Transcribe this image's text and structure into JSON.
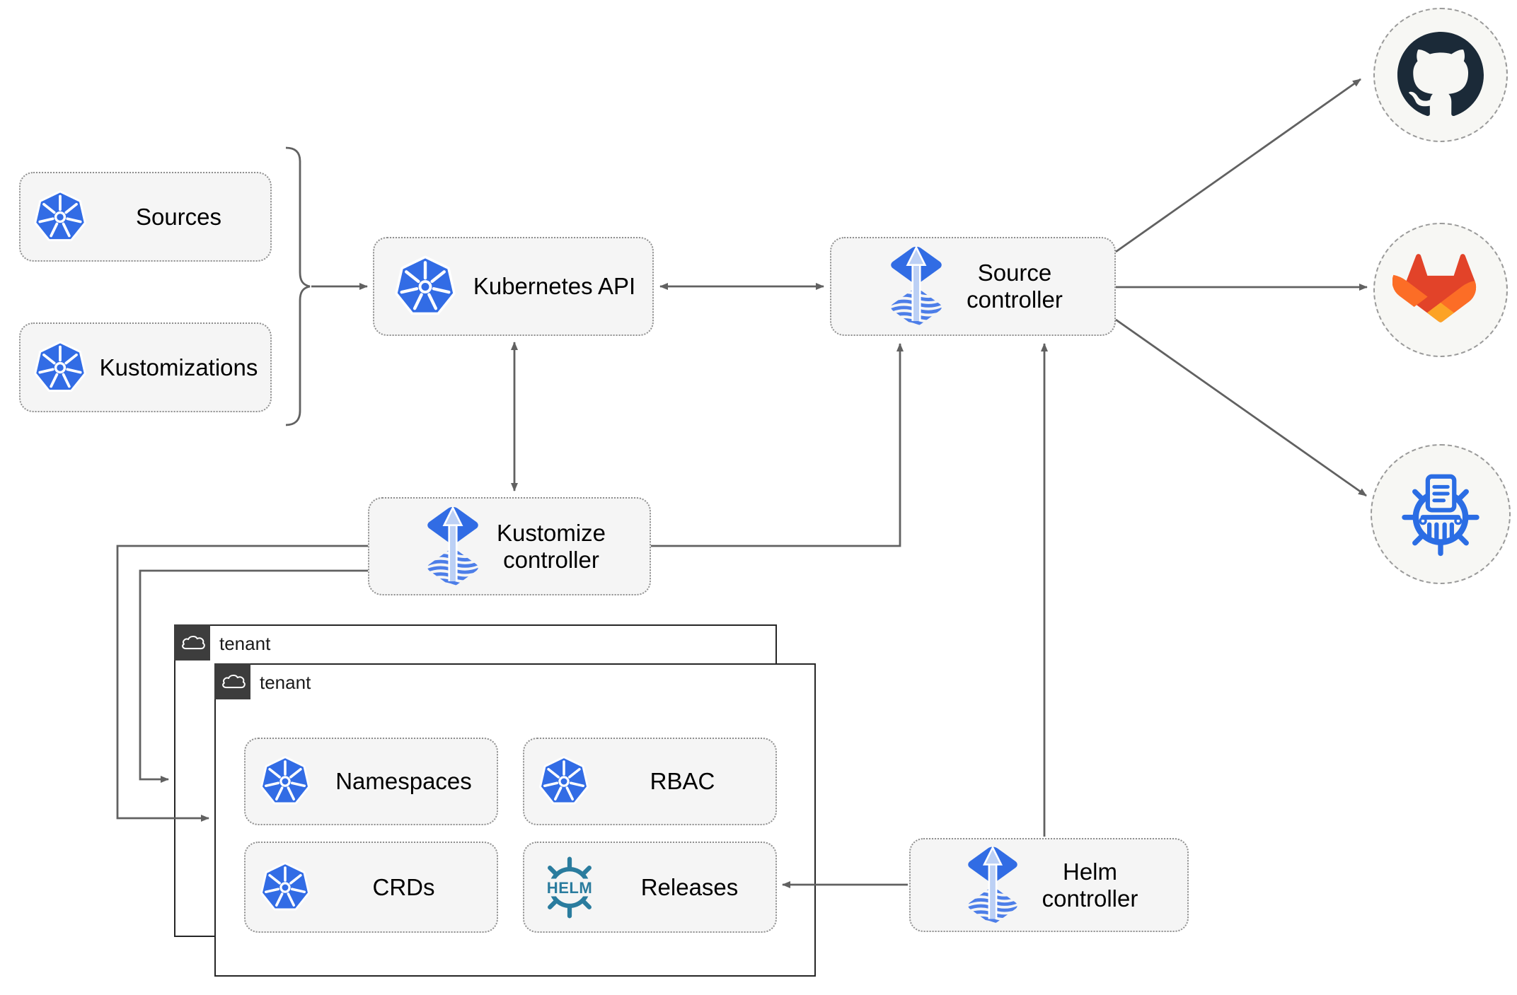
{
  "nodes": {
    "sources": {
      "label": "Sources"
    },
    "kustomizations": {
      "label": "Kustomizations"
    },
    "kubernetes_api": {
      "label": "Kubernetes API"
    },
    "source_controller": {
      "label": "Source controller"
    },
    "kustomize_controller": {
      "label": "Kustomize controller"
    },
    "helm_controller": {
      "label": "Helm controller"
    },
    "tenant_back": {
      "label": "tenant"
    },
    "tenant_front": {
      "label": "tenant"
    },
    "namespaces": {
      "label": "Namespaces"
    },
    "rbac": {
      "label": "RBAC"
    },
    "crds": {
      "label": "CRDs"
    },
    "releases": {
      "label": "Releases"
    }
  },
  "logos": {
    "helm_text": "HELM"
  },
  "icons": {
    "kubernetes": "kubernetes-wheel-icon",
    "flux": "flux-diamond-arrow-icon",
    "helm": "helm-wheel-icon",
    "github": "github-octocat-icon",
    "gitlab": "gitlab-tanuki-icon",
    "chart_repository": "chart-repository-museum-icon",
    "cloud": "cloud-icon"
  },
  "colors": {
    "kubernetes_blue": "#326ce5",
    "flux_blue": "#316ce4",
    "flux_arrow_light": "#bcd0f5",
    "helm_teal": "#2a7c9e",
    "github_dark": "#1b2a38",
    "gitlab_orange_dark": "#e24329",
    "gitlab_orange": "#fc6d26",
    "gitlab_orange_light": "#fca326",
    "chart_repo_blue": "#2b6de4",
    "wire_gray": "#616161",
    "box_fill": "#f5f5f5",
    "box_border": "#8f8f8f",
    "tenant_border": "#262626",
    "tenant_tab_fill": "#3d3d3d",
    "circle_fill": "#f7f7f4",
    "circle_border": "#9a9a9a"
  }
}
